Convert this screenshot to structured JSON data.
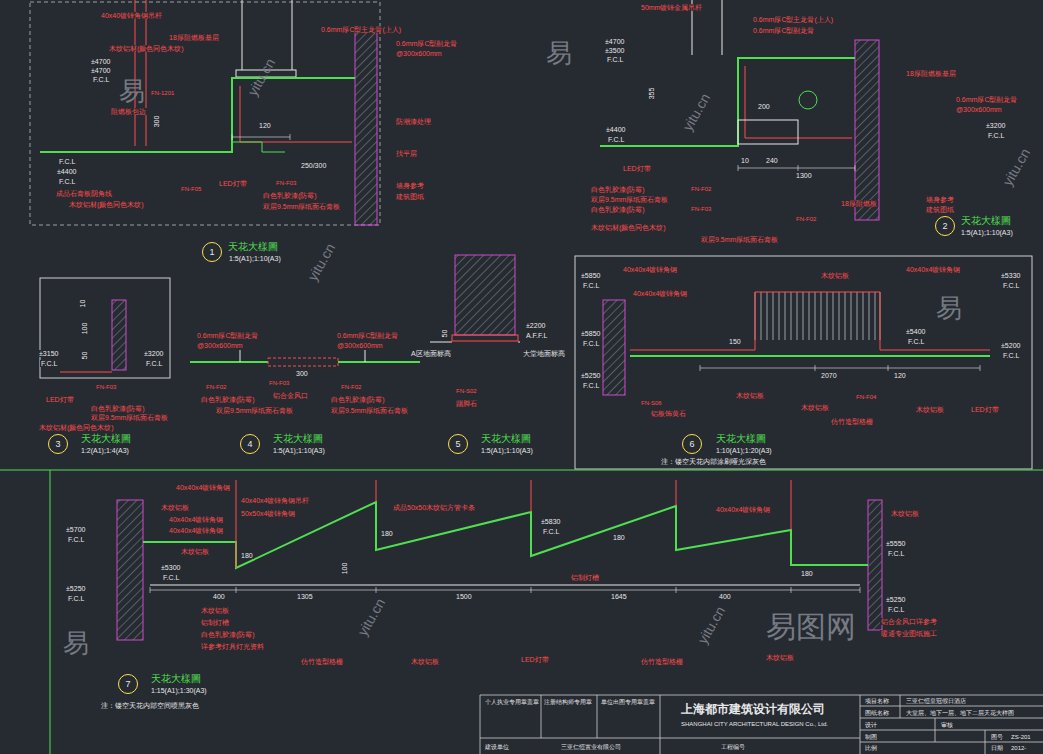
{
  "diagram": {
    "nodes": [
      {
        "text": [
          "1"
        ]
      },
      {
        "text": [
          "2"
        ]
      },
      {
        "text": [
          "3"
        ]
      },
      {
        "text": [
          "4"
        ]
      },
      {
        "text": [
          "5"
        ]
      },
      {
        "text": [
          "6"
        ]
      },
      {
        "text": [
          "7"
        ]
      }
    ],
    "labels": [
      "40x40镀锌角钢吊杆",
      "0.6mm厚C型主龙骨(上人)",
      "18厚阻燃板基层",
      "木纹铝材(颜色同色木纹)",
      "±4700",
      "±4700",
      "F.C.L",
      "FN-1201",
      "阻燃板包边",
      "300",
      "0.6mm厚C型副龙骨",
      "@300x600mm",
      "防潮漆处理",
      "找平层",
      "120",
      "250/300",
      "F.C.L",
      "±4400",
      "F.C.L",
      "FN-F05",
      "LED灯带",
      "FN-F03",
      "白色乳胶漆(防霉)",
      "双层9.5mm厚纸面石膏板",
      "成品石膏板阴角线",
      "木纹铝材(颜色同色木纹)",
      "墙身参考",
      "建筑图纸",
      "天花大樣圖",
      "1:5(A1);1:10(A3)",
      "50mm镀锌金属吊杆",
      "0.6mm厚C型主龙骨(上人)",
      "0.6mm厚C型副龙骨",
      "±4700",
      "±3500",
      "F.C.L",
      "355",
      "18厚阻燃板基层",
      "0.6mm厚C型副龙骨",
      "@300x600mm",
      "200",
      "10",
      "240",
      "1300",
      "±4400",
      "F.C.L",
      "±3200",
      "F.C.L",
      "LED灯带",
      "白色乳胶漆(防霉)",
      "FN-F02",
      "双层9.5mm厚纸面石膏板",
      "白色乳胶漆(防霉)",
      "FN-F03",
      "木纹铝材(颜色同色木纹)",
      "FN-F02",
      "双层9.5mm厚纸面石膏板",
      "18厚阻燃板",
      "墙身参考",
      "建筑图纸",
      "天花大樣圖",
      "1:5(A1);1:10(A3)",
      "10",
      "100",
      "50",
      "±3150",
      "F.C.L",
      "±3200",
      "F.C.L",
      "FN-F03",
      "LED灯带",
      "白色乳胶漆(防霉)",
      "双层9.5mm厚纸面石膏板",
      "木纹铝材(颜色同色木纹)",
      "天花大樣圖",
      "1:2(A1);1:4(A3)",
      "0.6mm厚C型副龙骨",
      "@300x600mm",
      "0.6mm厚C型副龙骨",
      "@300x600mm",
      "300",
      "FN-F02",
      "FN-F03",
      "FN-F02",
      "白色乳胶漆(防霉)",
      "铝合金风口",
      "白色乳胶漆(防霉)",
      "双层9.5mm厚纸面石膏板",
      "双层9.5mm厚纸面石膏板",
      "天花大樣圖",
      "1:5(A1);1:10(A3)",
      "±2200",
      "A.F.F.L",
      "50",
      "A区地面标高",
      "大堂地面标高",
      "FN-S02",
      "踢脚石",
      "天花大樣圖",
      "1:5(A1);1:10(A3)",
      "40x40x4镀锌角钢",
      "40x40x4镀锌角钢",
      "40x40x4镀锌角钢",
      "木纹铝板",
      "±5850",
      "F.C.L",
      "±5850",
      "F.C.L",
      "±5250",
      "F.C.L",
      "±5330",
      "F.C.L",
      "±5400",
      "F.C.L",
      "±5200",
      "F.C.L",
      "150",
      "2070",
      "120",
      "木纹铝板",
      "铝板饰黄石",
      "FN-S06",
      "木纹铝板",
      "FN-F04",
      "仿竹造型格栅",
      "木纹铝板",
      "LED灯带",
      "天花大樣圖",
      "1:10(A1);1:20(A3)",
      "注：镂空天花内部涂刷哑光深灰色",
      "40x40x4镀锌角钢",
      "40x40x4镀锌角钢吊杆",
      "木纹铝板",
      "40x40x4镀锌角钢",
      "50x50x4镀锌角钢",
      "40x40x4镀锌角钢",
      "木纹铝板",
      "成品50x50木纹铝方管卡条",
      "±5830",
      "F.C.L",
      "40x40x4镀锌角钢",
      "木纹铝板",
      "±5700",
      "F.C.L",
      "±5300",
      "F.C.L",
      "±5250",
      "F.C.L",
      "±5550",
      "F.C.L",
      "±5250",
      "F.C.L",
      "180",
      "180",
      "100",
      "180",
      "180",
      "400",
      "1305",
      "1500",
      "1645",
      "400",
      "木纹铝板",
      "铝制灯槽",
      "白色乳胶漆(防霉)",
      "详参考灯具灯光资料",
      "仿竹造型格栅",
      "木纹铝板",
      "LED灯带",
      "仿竹造型格栅",
      "木纹铝板",
      "铝制灯槽",
      "铝合金风口详参考",
      "暖通专业图纸施工",
      "天花大樣圖",
      "1:15(A1);1:30(A3)",
      "注：镂空天花内部空间喷黑灰色",
      "个人执业专用章盖章",
      "注册结构师专用章",
      "单位出图专用章盖章",
      "上海都市建筑设计有限公司",
      "SHANGHAI CITY ARCHITECTURAL DESIGN Co., Ltd.",
      "建设单位",
      "三亚仁恒置业有限公司",
      "工程编号",
      "项目名称",
      "三亚仁恒皇冠假日酒店",
      "图纸名称",
      "大堂层、地下一层、地下二层天花大样图",
      "设计",
      "审核",
      "制图",
      "图号",
      "ZS-201",
      "比例",
      "日期",
      "2012-",
      "yitu.cn",
      "yitu.cn",
      "yitu.cn",
      "yitu.cn",
      "yitu.cn",
      "yitu.cn",
      "易",
      "易",
      "易",
      "易",
      "易图网"
    ]
  }
}
